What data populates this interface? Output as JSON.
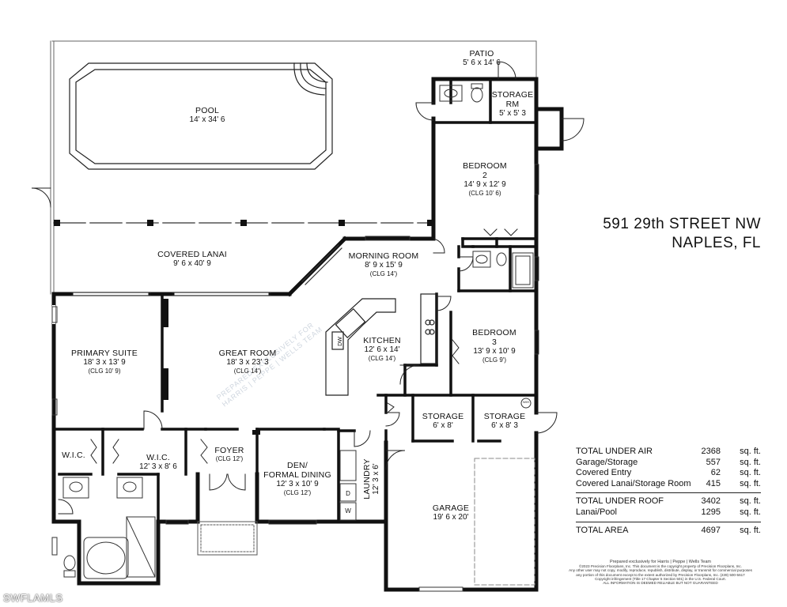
{
  "address": {
    "line1": "591 29th STREET NW",
    "line2": "NAPLES, FL"
  },
  "rooms": {
    "patio": {
      "name": "PATIO",
      "dims": "5' 6 x 14' 6"
    },
    "storage_rm": {
      "name": "STORAGE RM",
      "name2": "RM",
      "dims": "5' x 5' 3"
    },
    "pool": {
      "name": "POOL",
      "dims": "14' x 34' 6"
    },
    "bedroom2": {
      "name": "BEDROOM",
      "name2": "2",
      "dims": "14' 9 x 12' 9",
      "clg": "(CLG 10' 6)"
    },
    "covered_lanai": {
      "name": "COVERED LANAI",
      "dims": "9' 6 x 40' 9"
    },
    "morning_room": {
      "name": "MORNING ROOM",
      "dims": "8' 9 x 15' 9",
      "clg": "(CLG 14')"
    },
    "primary_suite": {
      "name": "PRIMARY SUITE",
      "dims": "18' 3 x 13' 9",
      "clg": "(CLG 10' 9)"
    },
    "great_room": {
      "name": "GREAT ROOM",
      "dims": "18' 3 x 23' 3",
      "clg": "(CLG 14')"
    },
    "kitchen": {
      "name": "KITCHEN",
      "dims": "12' 6 x 14'",
      "clg": "(CLG 14')"
    },
    "bedroom3": {
      "name": "BEDROOM",
      "name2": "3",
      "dims": "13' 9 x 10' 9",
      "clg": "(CLG 9')"
    },
    "storage1": {
      "name": "STORAGE",
      "dims": "6' x 8'"
    },
    "storage2": {
      "name": "STORAGE",
      "dims": "6' x 8' 3"
    },
    "wic1": {
      "name": "W.I.C."
    },
    "wic2": {
      "name": "W.I.C.",
      "dims": "12' 3 x 8' 6"
    },
    "foyer": {
      "name": "FOYER",
      "clg": "(CLG 12')"
    },
    "den": {
      "name": "DEN/",
      "name2": "FORMAL DINING",
      "dims": "12' 3 x 10' 9",
      "clg": "(CLG 12')"
    },
    "laundry": {
      "name": "LAUNDRY",
      "dims": "12' 3 x 6'"
    },
    "garage": {
      "name": "GARAGE",
      "dims": "19' 6 x 20'"
    }
  },
  "fixtures": {
    "dw": "DW",
    "w": "W",
    "d": "D",
    "wh": "W/H"
  },
  "areas": [
    {
      "label": "TOTAL UNDER AIR",
      "value": "2368",
      "unit": "sq. ft."
    },
    {
      "label": "Garage/Storage",
      "value": "557",
      "unit": "sq. ft."
    },
    {
      "label": "Covered Entry",
      "value": "62",
      "unit": "sq. ft."
    },
    {
      "label": "Covered Lanai/Storage Room",
      "value": "415",
      "unit": "sq. ft."
    },
    {
      "label": "TOTAL UNDER ROOF",
      "value": "3402",
      "unit": "sq. ft."
    },
    {
      "label": "Lanai/Pool",
      "value": "1295",
      "unit": "sq. ft."
    },
    {
      "label": "TOTAL AREA",
      "value": "4697",
      "unit": "sq. ft."
    }
  ],
  "watermark": {
    "line1": "PREPARED EXCLUSIVELY FOR",
    "line2": "HARRIS | PEPPE | WELLS TEAM"
  },
  "fine_print": {
    "prepared": "Prepared exclusively for Harris | Peppe | Wells Team",
    "line1": "©2023 Precision Floorplans, Inc. This document is the copyright property of Precision Floorplans, Inc.",
    "line2": "Any other user may not copy, modify, reproduce, republish, distribute, display, or transmit for commercial purposes",
    "line3": "any portion of this document except to the extent authorized by Precision Floorplans, Inc. (239) 500-5617",
    "line4": "Copyright infringement (Title 17 Chapter 5 Section 501) in the U.S. Federal Court.",
    "line5": "ALL INFORMATION IS DEEMED RELIABLE BUT NOT GUARANTEED"
  },
  "mls": "SWFLAMLS"
}
